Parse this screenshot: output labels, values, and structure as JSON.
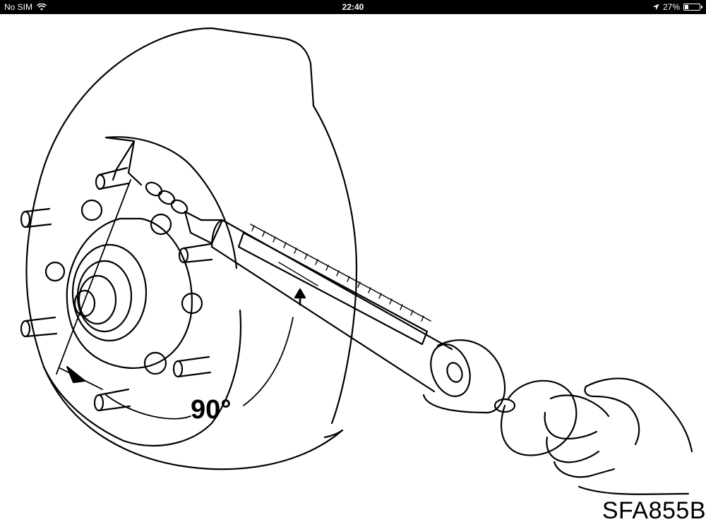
{
  "status_bar": {
    "carrier": "No SIM",
    "time": "22:40",
    "battery_percent": "27%",
    "battery_level": 0.27,
    "icons": [
      "wifi-icon",
      "location-arrow-icon",
      "battery-icon"
    ]
  },
  "figure": {
    "angle_label": "90°",
    "code": "SFA855B",
    "icons": [
      "brake-disc-illustration",
      "spring-scale-illustration",
      "hand-illustration"
    ]
  }
}
